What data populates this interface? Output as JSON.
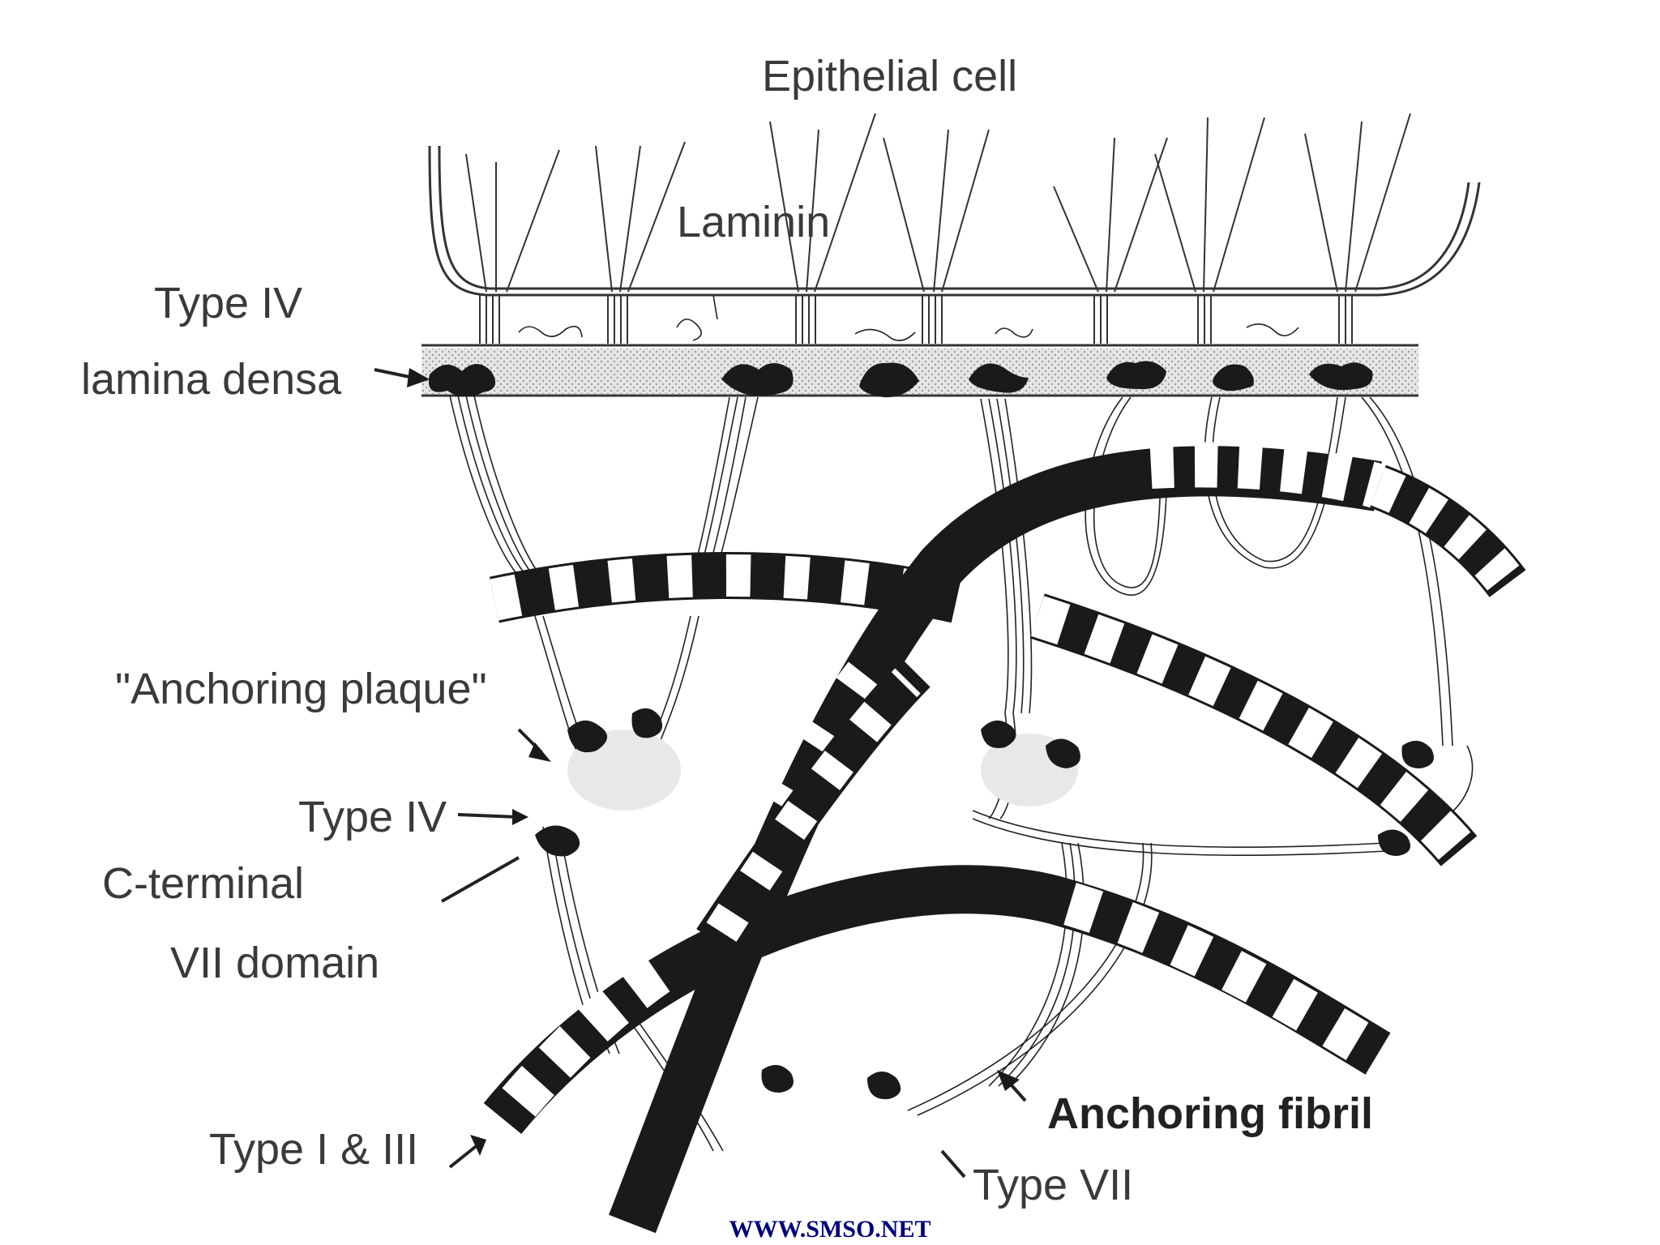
{
  "labels": {
    "epithelial_cell": "Epithelial cell",
    "laminin": "Laminin",
    "type_iv_top": "Type IV",
    "lamina_densa": "lamina densa",
    "anchoring_plaque": "\"Anchoring plaque\"",
    "type_iv_mid": "Type IV",
    "c_terminal": "C-terminal",
    "vii_domain": "VII domain",
    "type_i_iii": "Type I & III",
    "anchoring_fibril": "Anchoring fibril",
    "type_vii": "Type VII"
  },
  "footer": {
    "watermark": "WWW.SMSO.NET"
  }
}
